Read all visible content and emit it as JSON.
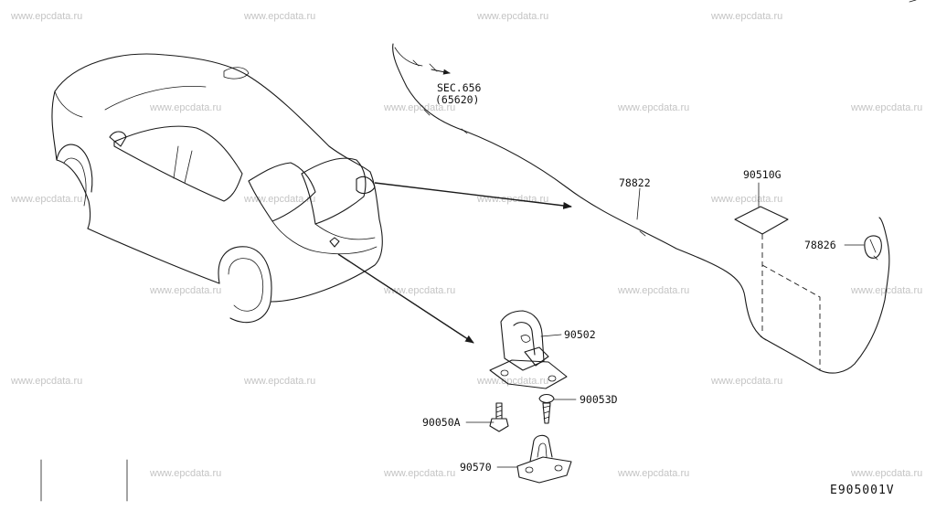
{
  "watermark": "www.epcdata.ru",
  "diagram_code": "E905001V",
  "section_ref": {
    "line1": "SEC.656",
    "line2": "(65620)"
  },
  "parts": {
    "cable": "78822",
    "pad": "90510G",
    "clip": "78826",
    "latch": "90502",
    "bolt": "90050A",
    "screw": "90053D",
    "striker": "90570"
  }
}
